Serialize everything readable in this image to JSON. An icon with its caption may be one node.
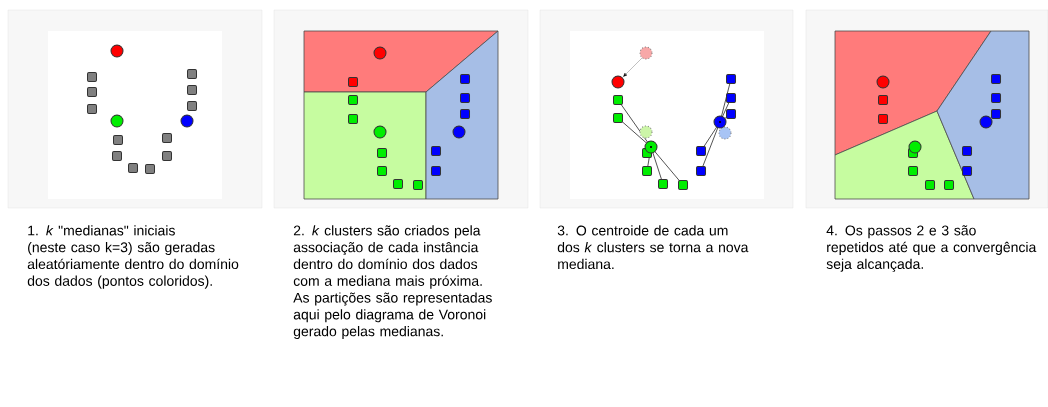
{
  "diagram": {
    "labels": [
      "1. *k* \"medianas\" iniciais (neste caso k=3) são geradas aleatóriamente dentro do domínio dos dados (pontos coloridos).",
      "2. *k* clusters são criados pela associação de cada instância dentro do domínio dos dados com a mediana mais próxima. As partições são representadas aqui pelo diagrama de Voronoi gerado pelas medianas.",
      "3. O centroide de cada um dos *k* clusters se torna a nova mediana.",
      "4. Os passos 2 e 3 são repetidos até que a convergência seja alcançada."
    ]
  }
}
